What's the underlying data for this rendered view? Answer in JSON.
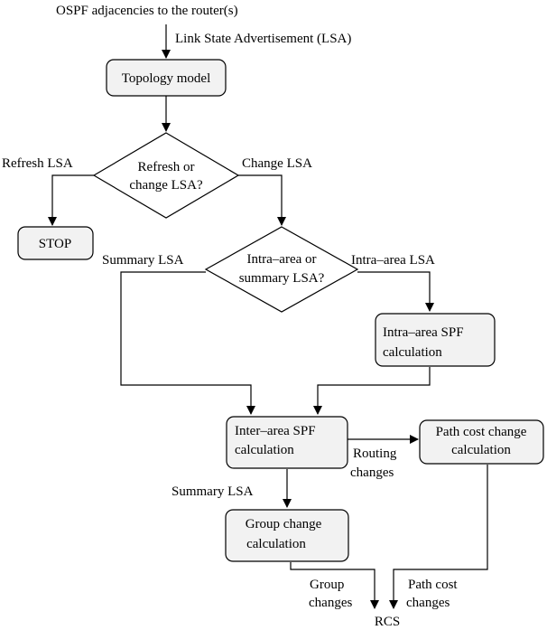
{
  "nodes": {
    "topology_model": "Topology model",
    "refresh_or_change": [
      "Refresh or",
      "change LSA?"
    ],
    "stop": "STOP",
    "intra_or_summary": [
      "Intra–area or",
      "summary LSA?"
    ],
    "intra_area_spf": [
      "Intra–area SPF",
      "calculation"
    ],
    "inter_area_spf": [
      "Inter–area SPF",
      "calculation"
    ],
    "path_cost_change": [
      "Path cost change",
      "calculation"
    ],
    "group_change": [
      "Group change",
      "calculation"
    ],
    "rcs": "RCS"
  },
  "labels": {
    "ospf_adjacencies": "OSPF adjacencies to the router(s)",
    "lsa_input": "Link State Advertisement (LSA)",
    "refresh_lsa": "Refresh LSA",
    "change_lsa": "Change LSA",
    "summary_lsa_branch": "Summary LSA",
    "intra_area_lsa": "Intra–area LSA",
    "routing_changes": [
      "Routing",
      "changes"
    ],
    "summary_lsa_down": "Summary LSA",
    "group_changes": [
      "Group",
      "changes"
    ],
    "path_cost_changes": [
      "Path cost",
      "changes"
    ]
  }
}
